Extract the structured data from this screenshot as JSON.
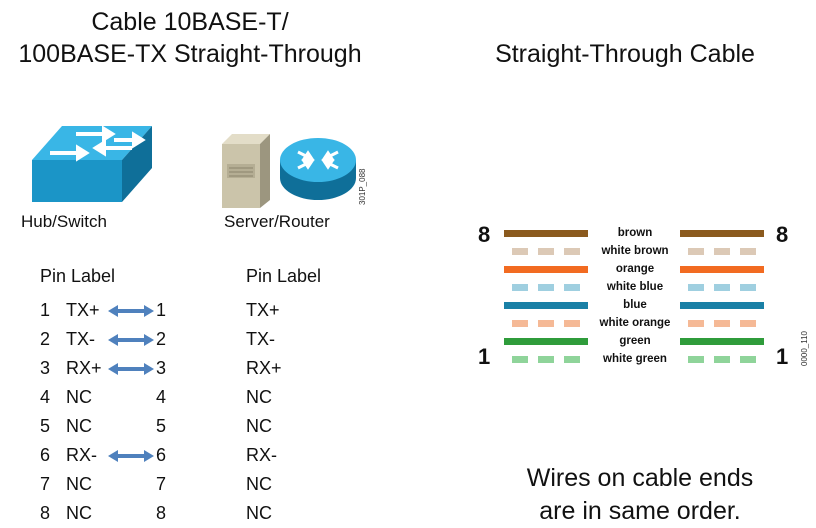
{
  "titles": {
    "left_line1": "Cable 10BASE-T/",
    "left_line2": "100BASE-TX Straight-Through",
    "right": "Straight-Through Cable"
  },
  "devices": {
    "left_label": "Hub/Switch",
    "right_label": "Server/Router",
    "photo_id": "301P_088"
  },
  "pins": {
    "left_header": "Pin Label",
    "right_header": "Pin Label",
    "rows": [
      {
        "num": "1",
        "left": "TX+",
        "rnum": "1",
        "right": "TX+",
        "arrow": true
      },
      {
        "num": "2",
        "left": "TX-",
        "rnum": "2",
        "right": "TX-",
        "arrow": true
      },
      {
        "num": "3",
        "left": "RX+",
        "rnum": "3",
        "right": "RX+",
        "arrow": true
      },
      {
        "num": "4",
        "left": "NC",
        "rnum": "4",
        "right": "NC",
        "arrow": false
      },
      {
        "num": "5",
        "left": "NC",
        "rnum": "5",
        "right": "NC",
        "arrow": false
      },
      {
        "num": "6",
        "left": "RX-",
        "rnum": "6",
        "right": "RX-",
        "arrow": true
      },
      {
        "num": "7",
        "left": "NC",
        "rnum": "7",
        "right": "NC",
        "arrow": false
      },
      {
        "num": "8",
        "left": "NC",
        "rnum": "8",
        "right": "NC",
        "arrow": false
      }
    ],
    "arrow_color": "#4f81bd"
  },
  "cable": {
    "end_top": "8",
    "end_bottom": "1",
    "diagram_id": "0000_110",
    "wires": [
      {
        "label": "brown",
        "color": "#8b5a1e",
        "pattern": "solid"
      },
      {
        "label": "white brown",
        "color": "#dcc9b6",
        "pattern": "dashed"
      },
      {
        "label": "orange",
        "color": "#f26b21",
        "pattern": "solid"
      },
      {
        "label": "white blue",
        "color": "#9fcfe0",
        "pattern": "dashed"
      },
      {
        "label": "blue",
        "color": "#1a80a6",
        "pattern": "solid"
      },
      {
        "label": "white orange",
        "color": "#f5b996",
        "pattern": "dashed"
      },
      {
        "label": "green",
        "color": "#2f9c3b",
        "pattern": "solid"
      },
      {
        "label": "white green",
        "color": "#8fd49a",
        "pattern": "dashed"
      }
    ]
  },
  "note": {
    "line1": "Wires on cable ends",
    "line2": "are in same order."
  }
}
